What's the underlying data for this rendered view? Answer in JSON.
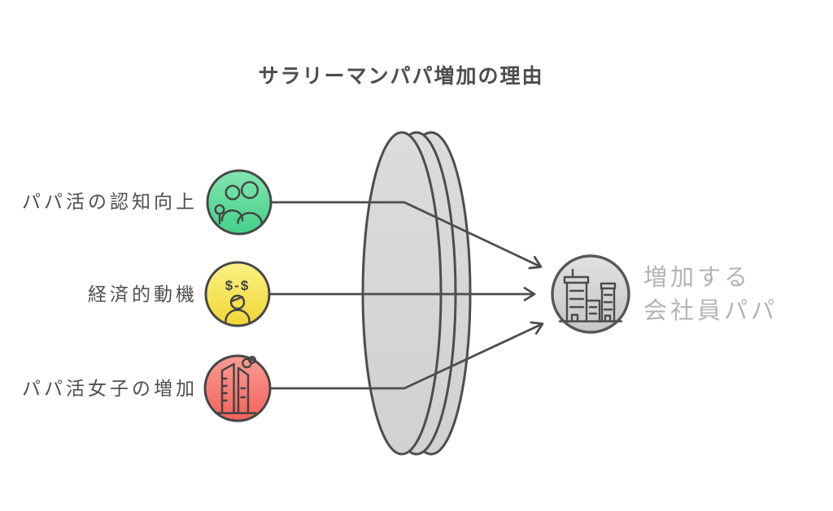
{
  "title": "サラリーマンパパ増加の理由",
  "inputs": [
    {
      "label": "パパ活の認知向上",
      "icon": "family-people-icon",
      "fill_top": "#82e5b0",
      "fill_bottom": "#44d08a"
    },
    {
      "label": "経済的動機",
      "icon": "money-exchange-person-icon",
      "icon_text": "$-$",
      "fill_top": "#faf285",
      "fill_bottom": "#f2d636"
    },
    {
      "label": "パパ活女子の増加",
      "icon": "city-buildings-cloud-icon",
      "fill_top": "#fa9d95",
      "fill_bottom": "#f4615a"
    }
  ],
  "lens": {
    "shape": "three-layer-lens-disc",
    "fill": "#d6d6d6"
  },
  "output": {
    "label_line1": "増加する",
    "label_line2": "会社員パパ",
    "icon": "office-buildings-icon",
    "fill_top": "#e1e1e1",
    "fill_bottom": "#c6c6c6"
  },
  "colors": {
    "background": "#ffffff",
    "stroke": "#4d4d4d",
    "label_text": "#4f4f4f",
    "output_text": "#b4b4b4"
  }
}
